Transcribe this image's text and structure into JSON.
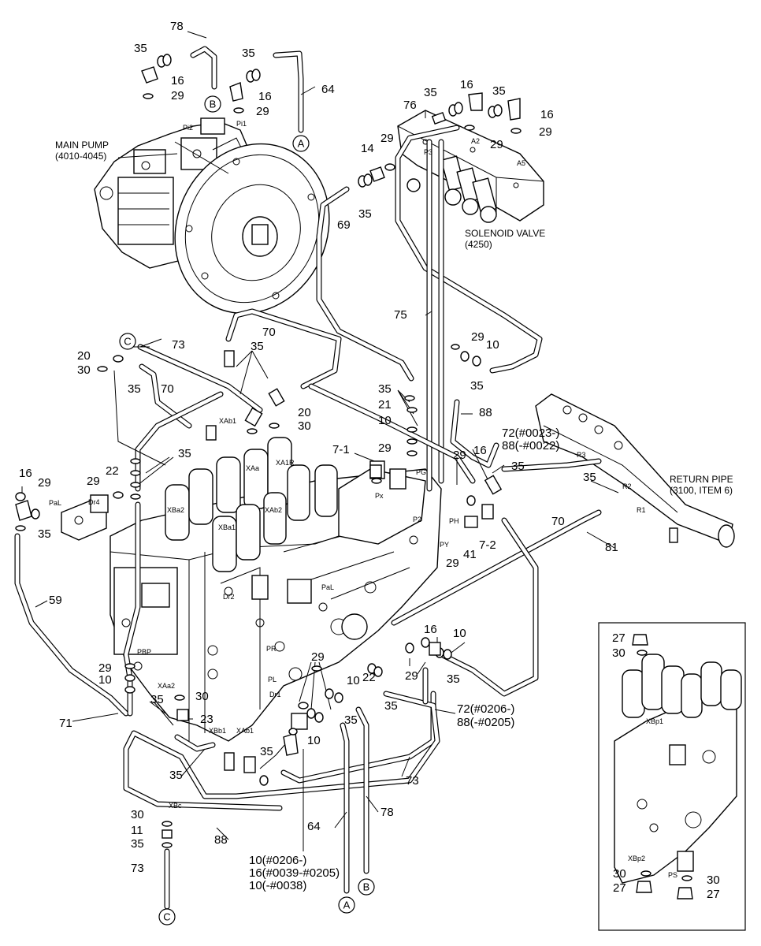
{
  "callouts": {
    "c78_top": "78",
    "c35_a": "35",
    "c35_b": "35",
    "c16_a": "16",
    "c16_b": "16",
    "c29_a": "29",
    "c29_b": "29",
    "c64_top": "64",
    "c76": "76",
    "c35_c": "35",
    "c16_c": "16",
    "c35_d": "35",
    "c16_d": "16",
    "c29_c": "29",
    "c29_d": "29",
    "c14": "14",
    "c29_e": "29",
    "c69": "69",
    "c35_e": "35",
    "c75": "75",
    "c70_a": "70",
    "c29_f": "29",
    "c10_a": "10",
    "c35_f": "35",
    "c20_a": "20",
    "c30_a": "30",
    "c73_a": "73",
    "c35_g": "35",
    "c35_h": "35",
    "c70_b": "70",
    "c20_b": "20",
    "c30_b": "30",
    "c35_i": "35",
    "c21": "21",
    "c10_b": "10",
    "c88_a": "88",
    "c72_a": "72(#0023-)",
    "c88_b": "88(-#0022)",
    "c35_j": "35",
    "c7_1": "7-1",
    "c29_g": "29",
    "c29_h": "29",
    "c16_e": "16",
    "c35_k": "35",
    "c35_l": "35",
    "c16_f": "16",
    "c29_i": "29",
    "c29_j": "29",
    "c22_a": "22",
    "c35_m": "35",
    "c70_c": "70",
    "c29_k": "29",
    "c41": "41",
    "c7_2": "7-2",
    "c81": "81",
    "c59": "59",
    "c16_g": "16",
    "c10_c": "10",
    "c29_l": "29",
    "c35_n": "35",
    "c29_m": "29",
    "c10_d": "10",
    "c35_o": "35",
    "c30_c": "30",
    "c71": "71",
    "c23": "23",
    "c29_n": "29",
    "c10_e": "10",
    "c22_b": "22",
    "c35_p": "35",
    "c72_b": "72(#0206-)",
    "c88_c": "88(-#0205)",
    "c35_q": "35",
    "c10_f": "10",
    "c35_r": "35",
    "c73_b": "73",
    "c78_bot": "78",
    "c64_bot": "64",
    "c88_d": "88",
    "c30_d": "30",
    "c11": "11",
    "c35_s": "35",
    "c73_c": "73",
    "c10_note1": "10(#0206-)",
    "c16_note": "16(#0039-#0205)",
    "c10_note2": "10(-#0038)",
    "c27_a": "27",
    "c30_e": "30",
    "c30_f": "30",
    "c27_b": "27",
    "c30_g": "30",
    "c27_c": "27"
  },
  "connectors": {
    "a_top": "A",
    "a_bot": "A",
    "b_top": "B",
    "b_bot": "B",
    "c_top": "C",
    "c_bot": "C"
  },
  "labels": {
    "main_pump": "MAIN PUMP",
    "main_pump_ref": "(4010-4045)",
    "solenoid_valve": "SOLENOID VALVE",
    "solenoid_valve_ref": "(4250)",
    "return_pipe": "RETURN PIPE",
    "return_pipe_ref": "(3100, ITEM 6)"
  },
  "ports": {
    "pi2": "Pi2",
    "pi1": "Pi1",
    "p3": "P3",
    "a2": "A2",
    "a5": "A5",
    "r3": "R3",
    "r2": "R2",
    "r1": "R1",
    "xab1": "XAb1",
    "xaa": "XAa",
    "xa1r": "XA1R",
    "xab2": "XAb2",
    "xba2": "XBa2",
    "xba1": "XBa1",
    "pg": "PG",
    "px": "Px",
    "p2": "P2",
    "ph": "PH",
    "py": "PY",
    "dr4": "Dr4",
    "pal": "PaL",
    "pal2": "PaL",
    "dr2": "Dr2",
    "dr1": "Dr1",
    "pbp": "PBP",
    "pr": "PR",
    "pl": "PL",
    "xaa2": "XAa2",
    "xbb1": "XBb1",
    "xab1b": "XAb1",
    "xbc": "XBc",
    "xbp1": "XBp1",
    "xbp2": "XBp2",
    "ps": "PS"
  }
}
